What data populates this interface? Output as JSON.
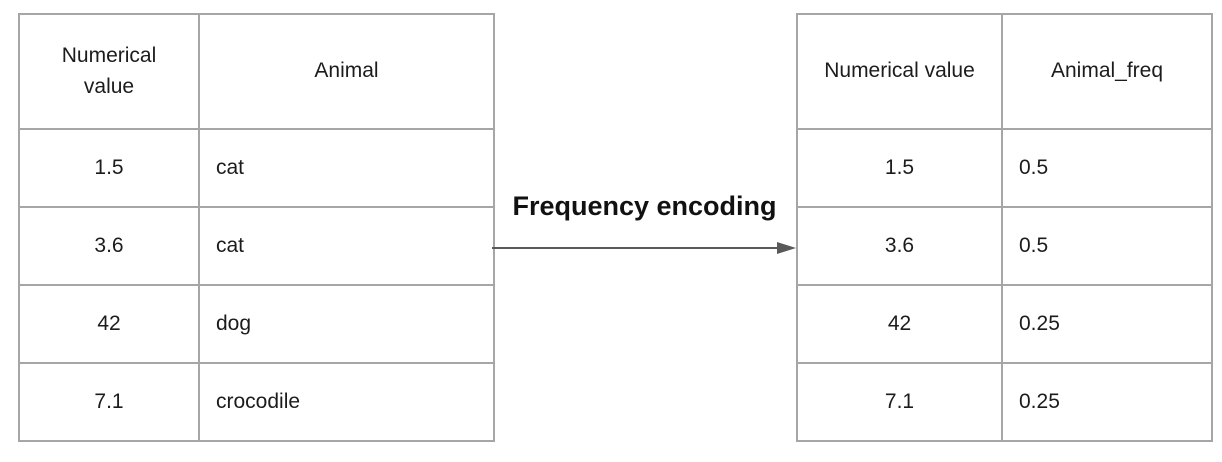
{
  "diagram": {
    "arrow_label": "Frequency encoding"
  },
  "left_table": {
    "headers": [
      "Numerical value",
      "Animal"
    ],
    "rows": [
      [
        "1.5",
        "cat"
      ],
      [
        "3.6",
        "cat"
      ],
      [
        "42",
        "dog"
      ],
      [
        "7.1",
        "crocodile"
      ]
    ]
  },
  "right_table": {
    "headers": [
      "Numerical value",
      "Animal_freq"
    ],
    "rows": [
      [
        "1.5",
        "0.5"
      ],
      [
        "3.6",
        "0.5"
      ],
      [
        "42",
        "0.25"
      ],
      [
        "7.1",
        "0.25"
      ]
    ]
  },
  "colors": {
    "background": "#ffffff",
    "table_border": "#a6a6a6",
    "arrow": "#595959",
    "text": "#1c1c1c"
  }
}
